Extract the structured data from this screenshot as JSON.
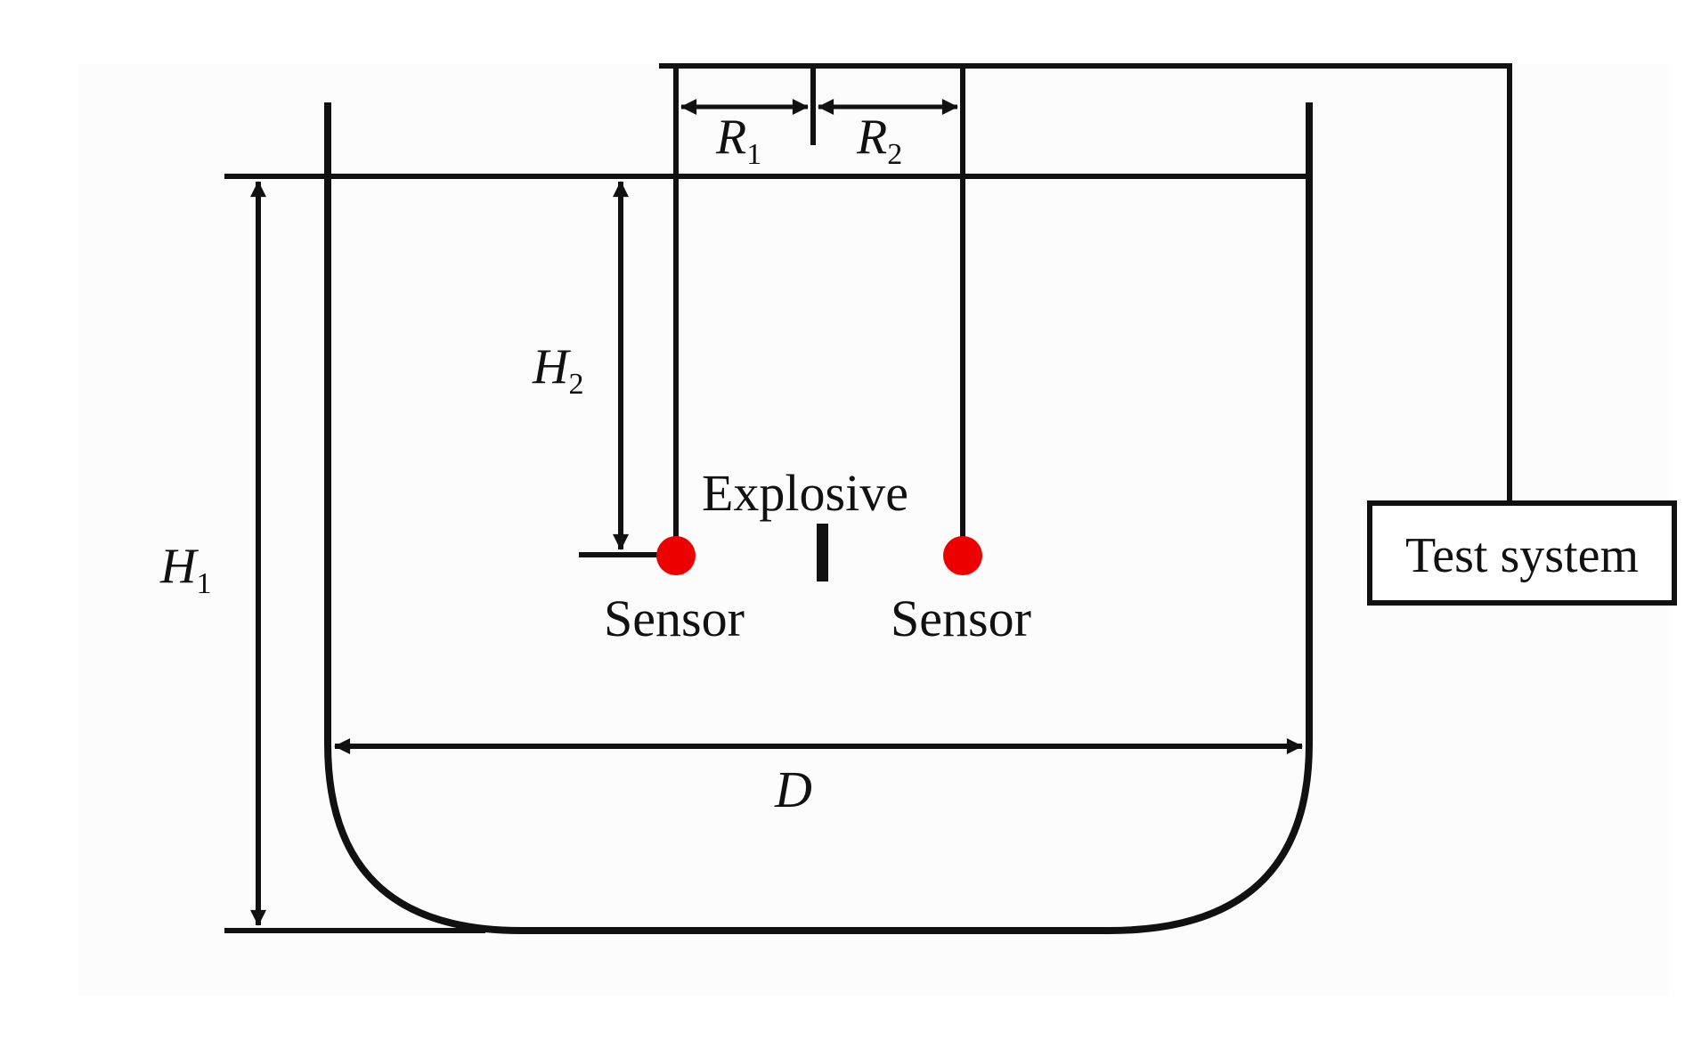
{
  "labels": {
    "r1_main": "R",
    "r1_sub": "1",
    "r2_main": "R",
    "r2_sub": "2",
    "h1_main": "H",
    "h1_sub": "1",
    "h2_main": "H",
    "h2_sub": "2",
    "d": "D",
    "explosive": "Explosive",
    "sensor_left": "Sensor",
    "sensor_right": "Sensor",
    "test_system": "Test system"
  },
  "colors": {
    "line": "#111111",
    "sensor": "#ee0000",
    "background": "#ffffff",
    "panel": "#fcfcfc"
  }
}
